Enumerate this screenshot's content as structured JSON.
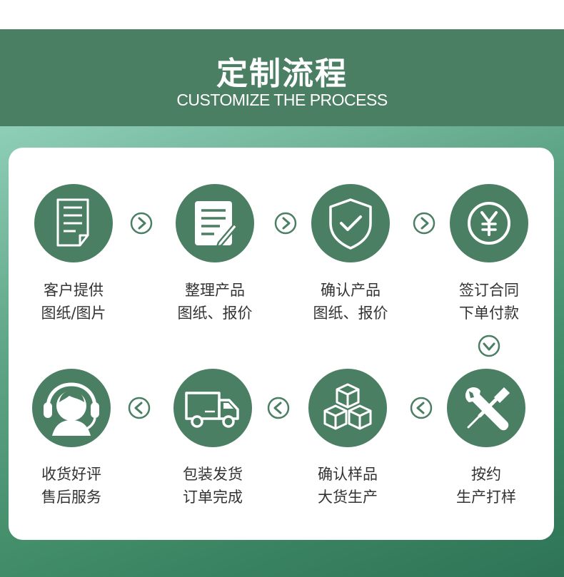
{
  "header": {
    "title": "定制流程",
    "subtitle": "CUSTOMIZE THE PROCESS"
  },
  "colors": {
    "primary": "#4b7f64",
    "text": "#333333",
    "background_gradient_start": "#8fcfb8",
    "background_gradient_end": "#2e7356"
  },
  "steps": [
    {
      "icon": "document-icon",
      "line1": "客户提供",
      "line2": "图纸/图片"
    },
    {
      "icon": "document-edit-icon",
      "line1": "整理产品",
      "line2": "图纸、报价"
    },
    {
      "icon": "shield-check-icon",
      "line1": "确认产品",
      "line2": "图纸、报价"
    },
    {
      "icon": "yen-coin-icon",
      "line1": "签订合同",
      "line2": "下单付款"
    },
    {
      "icon": "tools-icon",
      "line1": "按约",
      "line2": "生产打样"
    },
    {
      "icon": "boxes-icon",
      "line1": "确认样品",
      "line2": "大货生产"
    },
    {
      "icon": "truck-icon",
      "line1": "包装发货",
      "line2": "订单完成"
    },
    {
      "icon": "headset-support-icon",
      "line1": "收货好评",
      "line2": "售后服务"
    }
  ]
}
